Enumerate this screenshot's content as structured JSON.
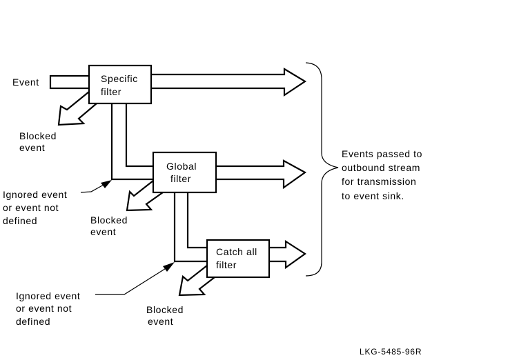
{
  "diagram": {
    "input_label": "Event",
    "filters": [
      {
        "name": "specific",
        "line1": "Specific",
        "line2": "filter"
      },
      {
        "name": "global",
        "line1": "Global",
        "line2": "filter"
      },
      {
        "name": "catch-all",
        "line1": "Catch all",
        "line2": "filter"
      }
    ],
    "blocked_labels": [
      {
        "line1": "Blocked",
        "line2": "event"
      },
      {
        "line1": "Blocked",
        "line2": "event"
      },
      {
        "line1": "Blocked",
        "line2": "event"
      }
    ],
    "ignored_labels": [
      {
        "line1": "Ignored event",
        "line2": "or event not",
        "line3": "defined"
      },
      {
        "line1": "Ignored event",
        "line2": "or event not",
        "line3": "defined"
      }
    ],
    "outbound_note": {
      "line1": "Events passed to",
      "line2": "outbound stream",
      "line3": "for transmission",
      "line4": "to event sink."
    },
    "figure_id": "LKG-5485-96R"
  }
}
